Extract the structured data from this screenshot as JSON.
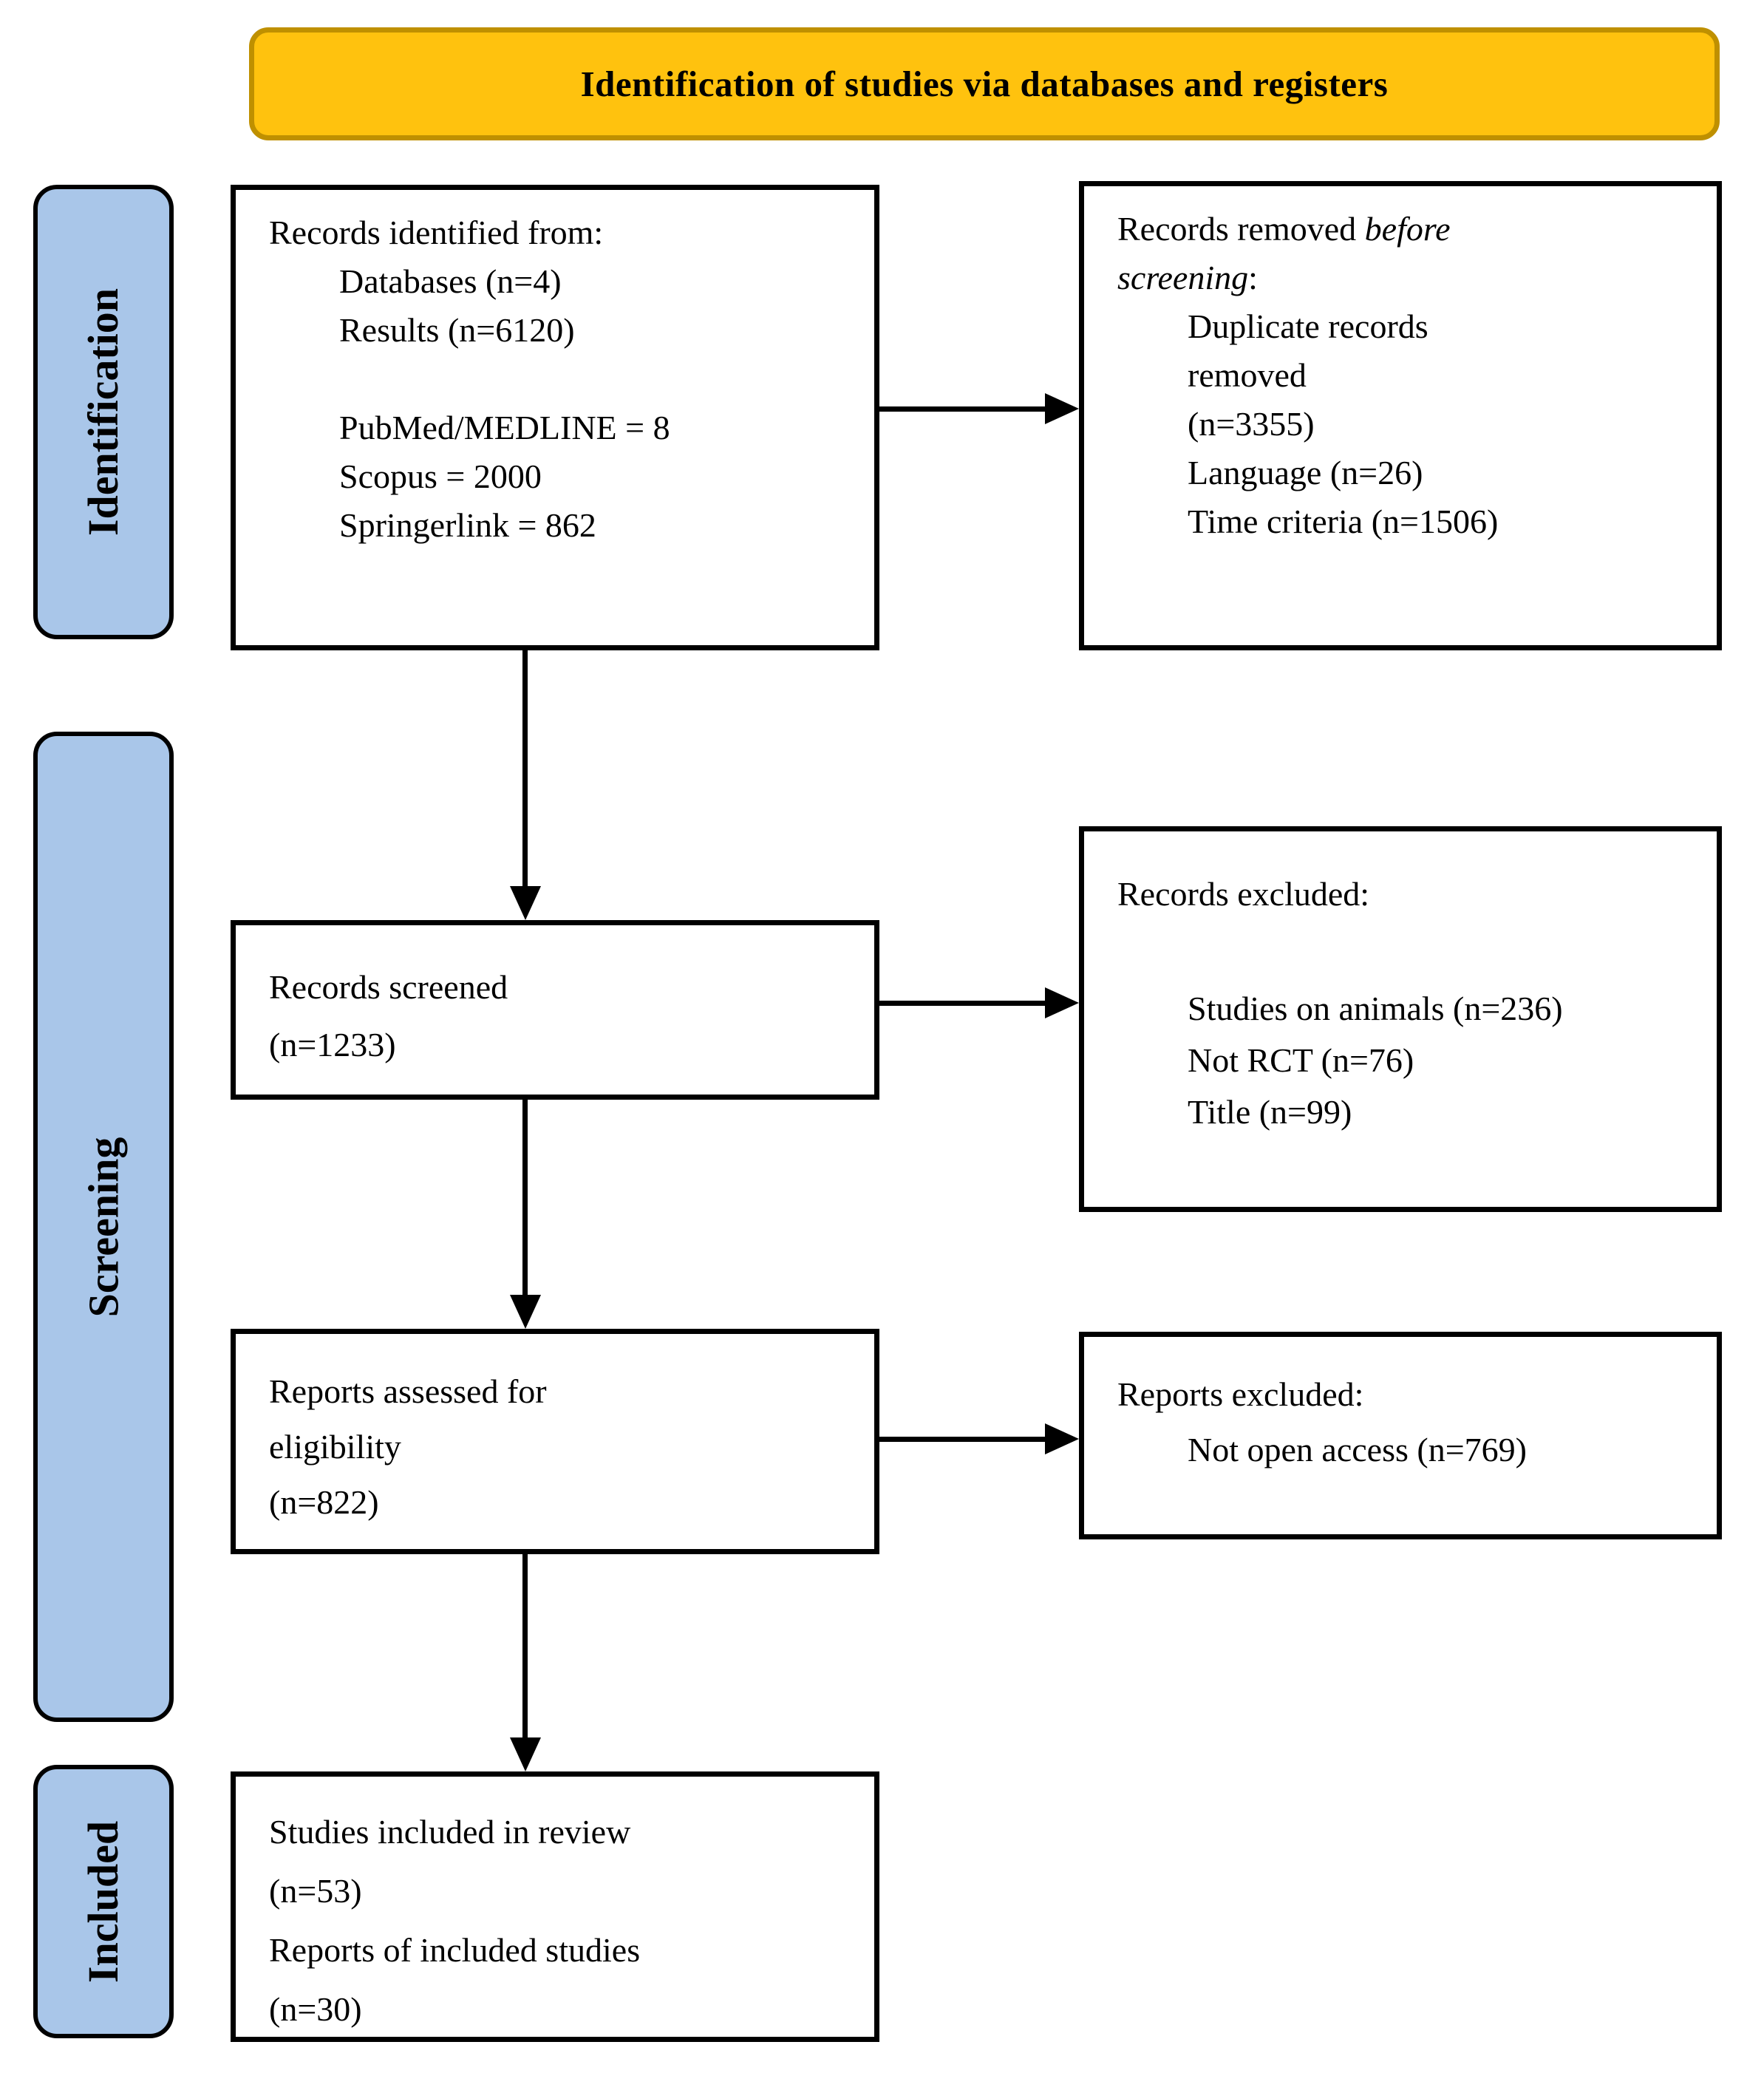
{
  "header": {
    "title": "Identification of studies via databases and registers"
  },
  "sidebar": {
    "identification_label": "Identification",
    "screening_label": "Screening",
    "included_label": "Included"
  },
  "boxes": {
    "records_identified": {
      "lines": [
        "Records identified from:",
        "Databases (n=4)",
        "Results (n=6120)",
        "PubMed/MEDLINE = 8",
        "Scopus = 2000",
        "Springerlink = 862"
      ]
    },
    "records_removed": {
      "line1_normal": "Records removed ",
      "line1_italic": "before",
      "line2_italic": "screening",
      "line2_normal": ":",
      "items": [
        "Duplicate records",
        "removed",
        "(n=3355)",
        "Language (n=26)",
        "Time criteria (n=1506)"
      ]
    },
    "records_screened": {
      "lines": [
        "Records screened",
        "(n=1233)"
      ]
    },
    "records_excluded": {
      "heading": "Records excluded:",
      "items": [
        "Studies on animals (n=236)",
        "Not RCT (n=76)",
        "Title (n=99)"
      ]
    },
    "reports_assessed": {
      "lines": [
        "Reports assessed for",
        "eligibility",
        "(n=822)"
      ]
    },
    "reports_excluded": {
      "heading": "Reports excluded:",
      "items": [
        "Not open access (n=769)"
      ]
    },
    "studies_included": {
      "lines": [
        "Studies included in review",
        "(n=53)",
        "Reports of included studies",
        "(n=30)"
      ]
    }
  },
  "colors": {
    "header_fill": "#FFC20E",
    "header_border": "#BF9000",
    "label_fill": "#A9C6E9"
  }
}
